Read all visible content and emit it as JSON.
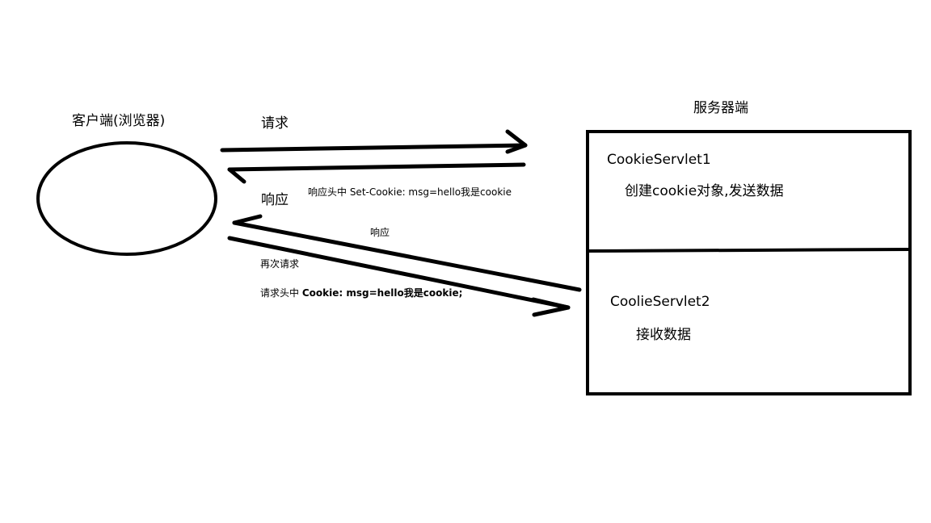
{
  "client": {
    "title": "客户端(浏览器)"
  },
  "server": {
    "title": "服务器端",
    "servlet1": {
      "name": "CookieServlet1",
      "action": "创建cookie对象,发送数据"
    },
    "servlet2": {
      "name": "CoolieServlet2",
      "action": "接收数据"
    }
  },
  "flow": {
    "request_label": "请求",
    "response_label": "响应",
    "response_header_note": "响应头中 Set-Cookie: msg=hello我是cookie",
    "second_response_label": "响应",
    "second_request_label": "再次请求",
    "request_header_prefix": "请求头中 ",
    "request_header_value": "Cookie: msg=hello我是cookie;"
  },
  "colors": {
    "stroke": "#000000",
    "background": "#ffffff"
  }
}
